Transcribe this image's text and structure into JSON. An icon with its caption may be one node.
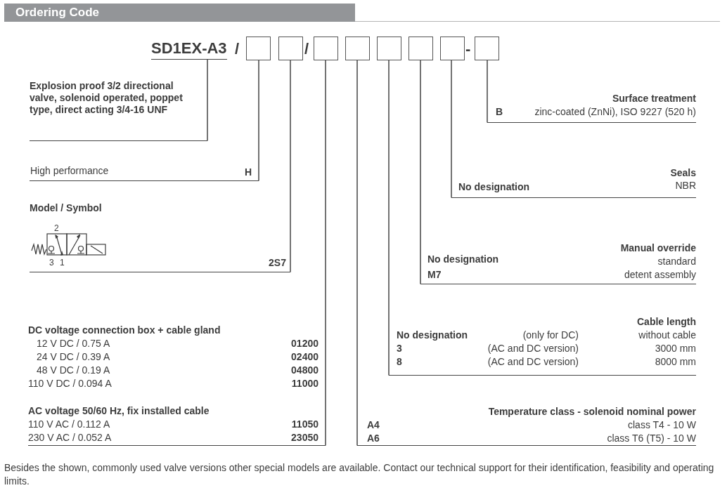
{
  "diagram": {
    "title": "Ordering Code",
    "caption": "Besides the shown, commonly used valve versions other special models are available. Contact our technical support for their identification, feasibility and operating limits.",
    "nodes": [
      {
        "text": [
          "SD1EX-A3"
        ]
      },
      {
        "text": [],
        "shape": "box"
      },
      {
        "text": [],
        "shape": "box"
      },
      {
        "text": [],
        "shape": "box"
      },
      {
        "text": [],
        "shape": "box"
      },
      {
        "text": [],
        "shape": "box"
      },
      {
        "text": [],
        "shape": "box"
      },
      {
        "text": [],
        "shape": "box"
      },
      {
        "text": [],
        "shape": "box"
      },
      {
        "text": [
          "Explosion proof 3/2 directional valve, solenoid operated, poppet type, direct acting 3/4-16 UNF"
        ]
      },
      {
        "text": [
          "High performance",
          "H"
        ]
      },
      {
        "text": [
          "Model / Symbol",
          "2S7"
        ]
      },
      {
        "text": [
          "DC voltage connection box + cable gland",
          "12 V DC / 0.75 A",
          "01200",
          "24 V DC / 0.39 A",
          "02400",
          "48 V DC / 0.19 A",
          "04800",
          "110 V DC / 0.094 A",
          "11000",
          "AC voltage 50/60 Hz, fix installed cable",
          "110 V AC / 0.112 A",
          "11050",
          "230 V AC / 0.052 A",
          "23050"
        ]
      },
      {
        "text": [
          "Temperature class - solenoid nominal power",
          "A4",
          "class T4 - 10 W",
          "A6",
          "class T6 (T5) - 10 W"
        ]
      },
      {
        "text": [
          "Cable length",
          "No designation",
          "(only for DC)",
          "without cable",
          "3",
          "(AC and DC version)",
          "3000 mm",
          "8",
          "(AC and DC version)",
          "8000 mm"
        ]
      },
      {
        "text": [
          "Manual override",
          "No designation",
          "standard",
          "M7",
          "detent assembly"
        ]
      },
      {
        "text": [
          "Seals",
          "No designation",
          "NBR"
        ]
      },
      {
        "text": [
          "Surface treatment",
          "B",
          "zinc-coated (ZnNi), ISO 9227 (520 h)"
        ]
      }
    ],
    "edges": [
      {
        "from": 0,
        "to": 9,
        "arrow": "none"
      },
      {
        "from": 1,
        "to": 10,
        "arrow": "none"
      },
      {
        "from": 2,
        "to": 11,
        "arrow": "none"
      },
      {
        "from": 3,
        "to": 12,
        "arrow": "none"
      },
      {
        "from": 4,
        "to": 13,
        "arrow": "none"
      },
      {
        "from": 5,
        "to": 14,
        "arrow": "none"
      },
      {
        "from": 6,
        "to": 15,
        "arrow": "none"
      },
      {
        "from": 7,
        "to": 16,
        "arrow": "none"
      },
      {
        "from": 8,
        "to": 17,
        "arrow": "none"
      }
    ],
    "labels": [
      "/",
      "/",
      "-",
      "2",
      "3",
      "1"
    ]
  }
}
